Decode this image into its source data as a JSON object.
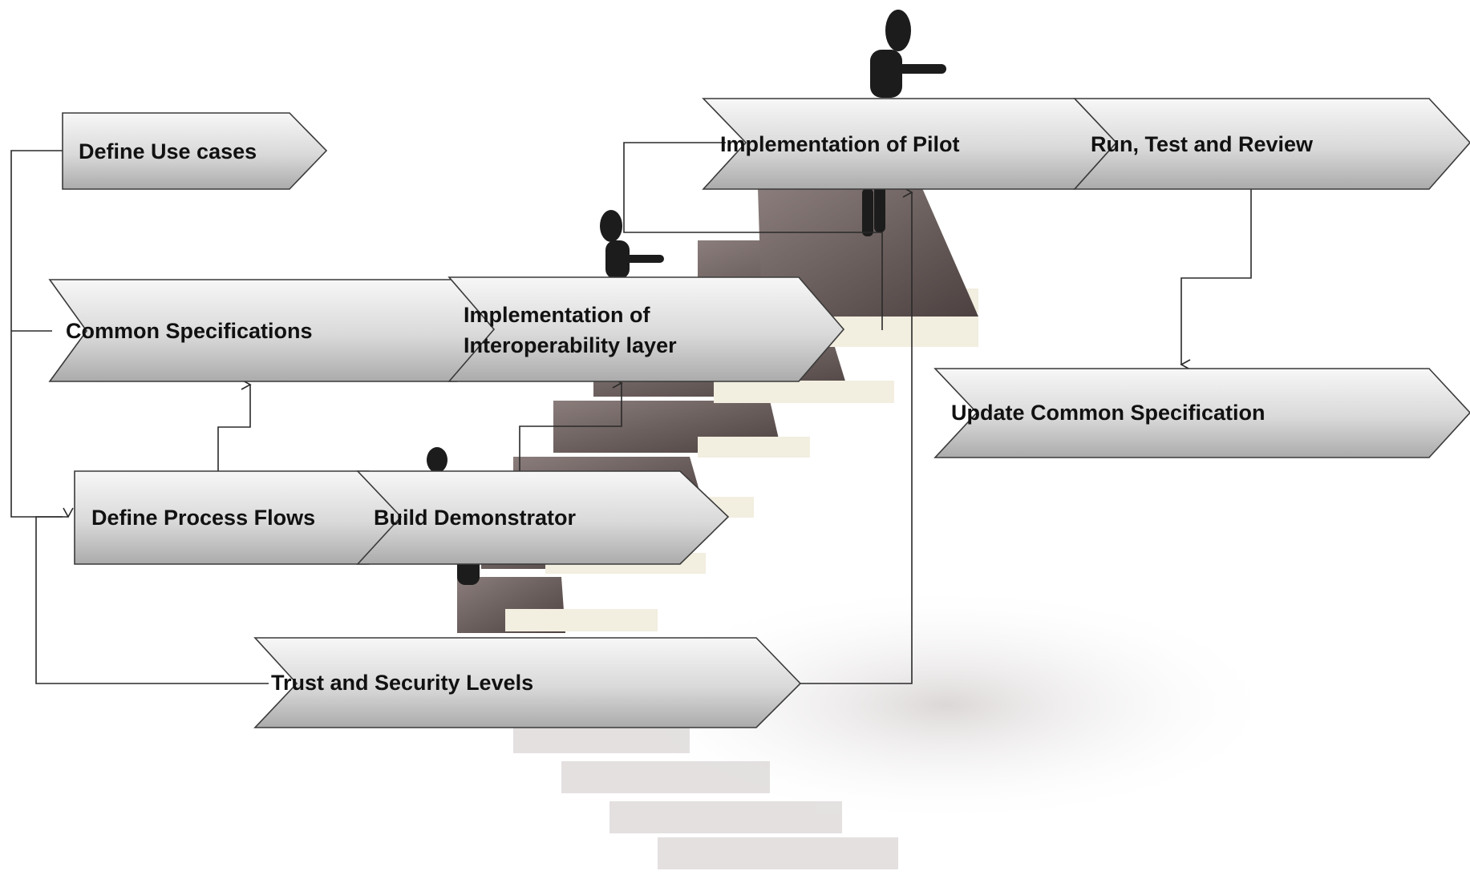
{
  "diagram": {
    "steps": [
      {
        "id": "define-use-cases",
        "label": "Define Use cases"
      },
      {
        "id": "common-specifications",
        "label": "Common  Specifications"
      },
      {
        "id": "implementation-interoperability",
        "line1": "Implementation of",
        "line2": "Interoperability layer"
      },
      {
        "id": "define-process-flows",
        "label": "Define Process Flows"
      },
      {
        "id": "build-demonstrator",
        "label": "Build Demonstrator"
      },
      {
        "id": "trust-security-levels",
        "label": "Trust and Security Levels"
      },
      {
        "id": "implementation-pilot",
        "label": "Implementation of Pilot"
      },
      {
        "id": "run-test-review",
        "label": "Run, Test and Review"
      },
      {
        "id": "update-common-specification",
        "label": "Update Common Specification"
      }
    ],
    "background_illustration": "staircase-with-climbing-figures",
    "colors": {
      "arrow_light": "#f4f4f4",
      "arrow_dark": "#b4b4b4",
      "arrow_outline": "#3a3a3a",
      "connector": "#2a2a2a",
      "stair_top": "#6a5a58",
      "stair_page": "#f2eee0",
      "figure": "#1c1c1c",
      "shadow": "#e6e2e2"
    }
  }
}
